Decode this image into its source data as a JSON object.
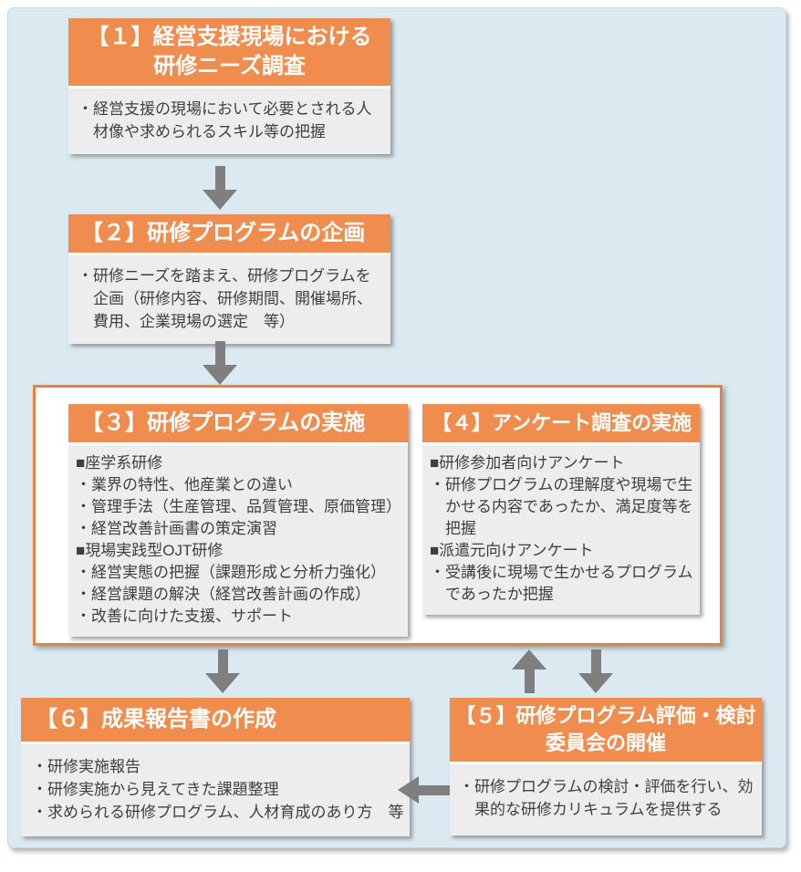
{
  "colors": {
    "accent_orange": "#F08C4D",
    "group_border_orange": "#E8823E",
    "panel_blue": "#DBEAF1",
    "body_gray": "#EDEDED",
    "arrow_gray": "#7F7F7F",
    "text_dark": "#3F3F3F"
  },
  "flow": {
    "box1": {
      "title_line1": "【１】経営支援現場における",
      "title_line2": "研修ニーズ調査",
      "items": [
        "・経営支援の現場において必要とされる人材像や求められるスキル等の把握"
      ]
    },
    "box2": {
      "title": "【２】研修プログラムの企画",
      "items": [
        "・研修ニーズを踏まえ、研修プログラムを企画（研修内容、研修期間、開催場所、費用、企業現場の選定　等）"
      ]
    },
    "box3": {
      "title": "【３】研修プログラムの実施",
      "items": [
        "■座学系研修",
        "・業界の特性、他産業との違い",
        "・管理手法（生産管理、品質管理、原価管理）",
        "・経営改善計画書の策定演習",
        "■現場実践型OJT研修",
        "・経営実態の把握（課題形成と分析力強化）",
        "・経営課題の解決（経営改善計画の作成）",
        "・改善に向けた支援、サポート"
      ]
    },
    "box4": {
      "title": "【４】アンケート調査の実施",
      "items": [
        "■研修参加者向けアンケート",
        "・研修プログラムの理解度や現場で生かせる内容であったか、満足度等を把握",
        "■派遣元向けアンケート",
        "・受講後に現場で生かせるプログラムであったか把握"
      ]
    },
    "box5": {
      "title_line1": "【５】研修プログラム評価・検討",
      "title_line2": "委員会の開催",
      "items": [
        "・研修プログラムの検討・評価を行い、効果的な研修カリキュラムを提供する"
      ]
    },
    "box6": {
      "title": "【６】成果報告書の作成",
      "items": [
        "・研修実施報告",
        "・研修実施から見えてきた課題整理",
        "・求められる研修プログラム、人材育成のあり方　等"
      ]
    }
  }
}
